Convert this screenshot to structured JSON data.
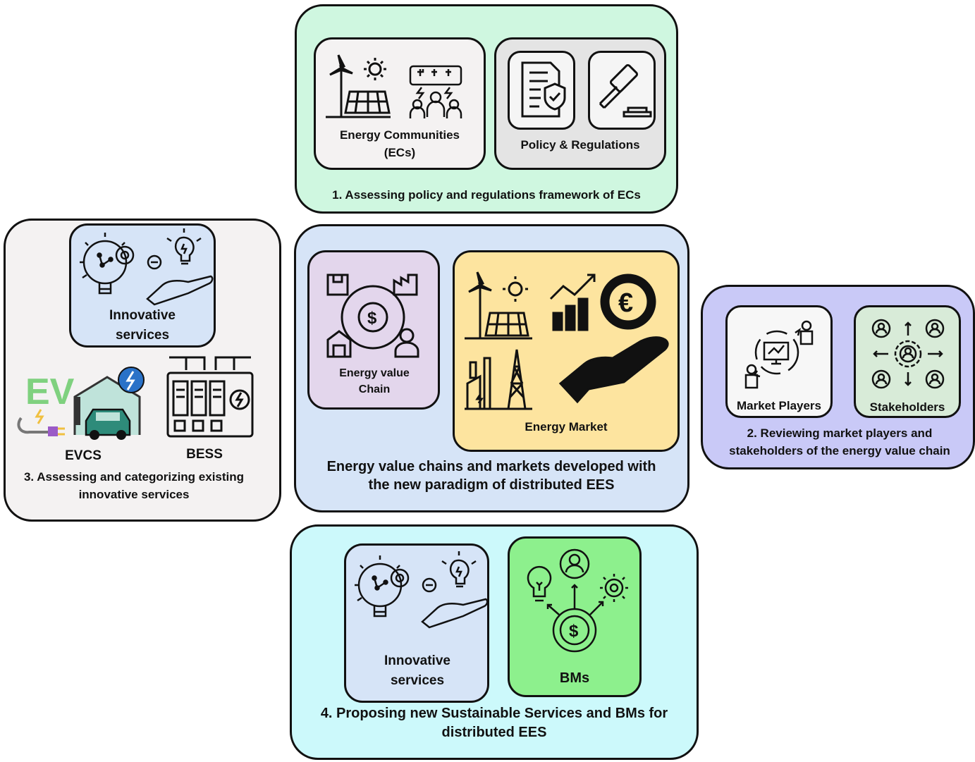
{
  "section1": {
    "title": "1. Assessing policy and regulations framework of ECs",
    "energy_communities_label": "Energy Communities (ECs)",
    "policy_label": "Policy & Regulations"
  },
  "section2": {
    "title": "2. Reviewing market players and stakeholders of the energy value chain",
    "market_players_label": "Market Players",
    "stakeholders_label": "Stakeholders"
  },
  "section3": {
    "title": "3. Assessing and categorizing existing innovative services",
    "innovative_services_label": "Innovative services",
    "evcs_label": "EVCS",
    "bess_label": "BESS",
    "ev_icon_text": "EV"
  },
  "center": {
    "title": "Energy value chains and markets developed with the new paradigm of distributed EES",
    "energy_value_chain_label": "Energy value Chain",
    "energy_market_label": "Energy Market"
  },
  "section4": {
    "title": "4. Proposing new Sustainable Services and BMs for distributed EES",
    "innovative_services_label": "Innovative services",
    "bms_label": "BMs"
  },
  "colors": {
    "section1_bg": "#cff7e0",
    "section2_bg": "#c9c9f7",
    "section3_bg": "#f4f2f2",
    "center_bg": "#d6e4f7",
    "section4_bg": "#ccf9fb",
    "energy_market_bg": "#fde49f",
    "value_chain_bg": "#e3d6ec",
    "bms_bg": "#8df08d",
    "stakeholders_bg": "#d8ebd8",
    "ev_green": "#7fd17f",
    "ev_plug_purple": "#9b5bc7",
    "ev_car_teal": "#2e8b7a"
  },
  "icons": [
    "wind-solar-icon",
    "community-icon",
    "document-shield-icon",
    "gavel-icon",
    "market-players-icon",
    "stakeholders-network-icon",
    "innovation-hand-icon",
    "ev-charging-icon",
    "battery-storage-icon",
    "value-chain-icon",
    "energy-market-icon",
    "business-model-icon"
  ]
}
